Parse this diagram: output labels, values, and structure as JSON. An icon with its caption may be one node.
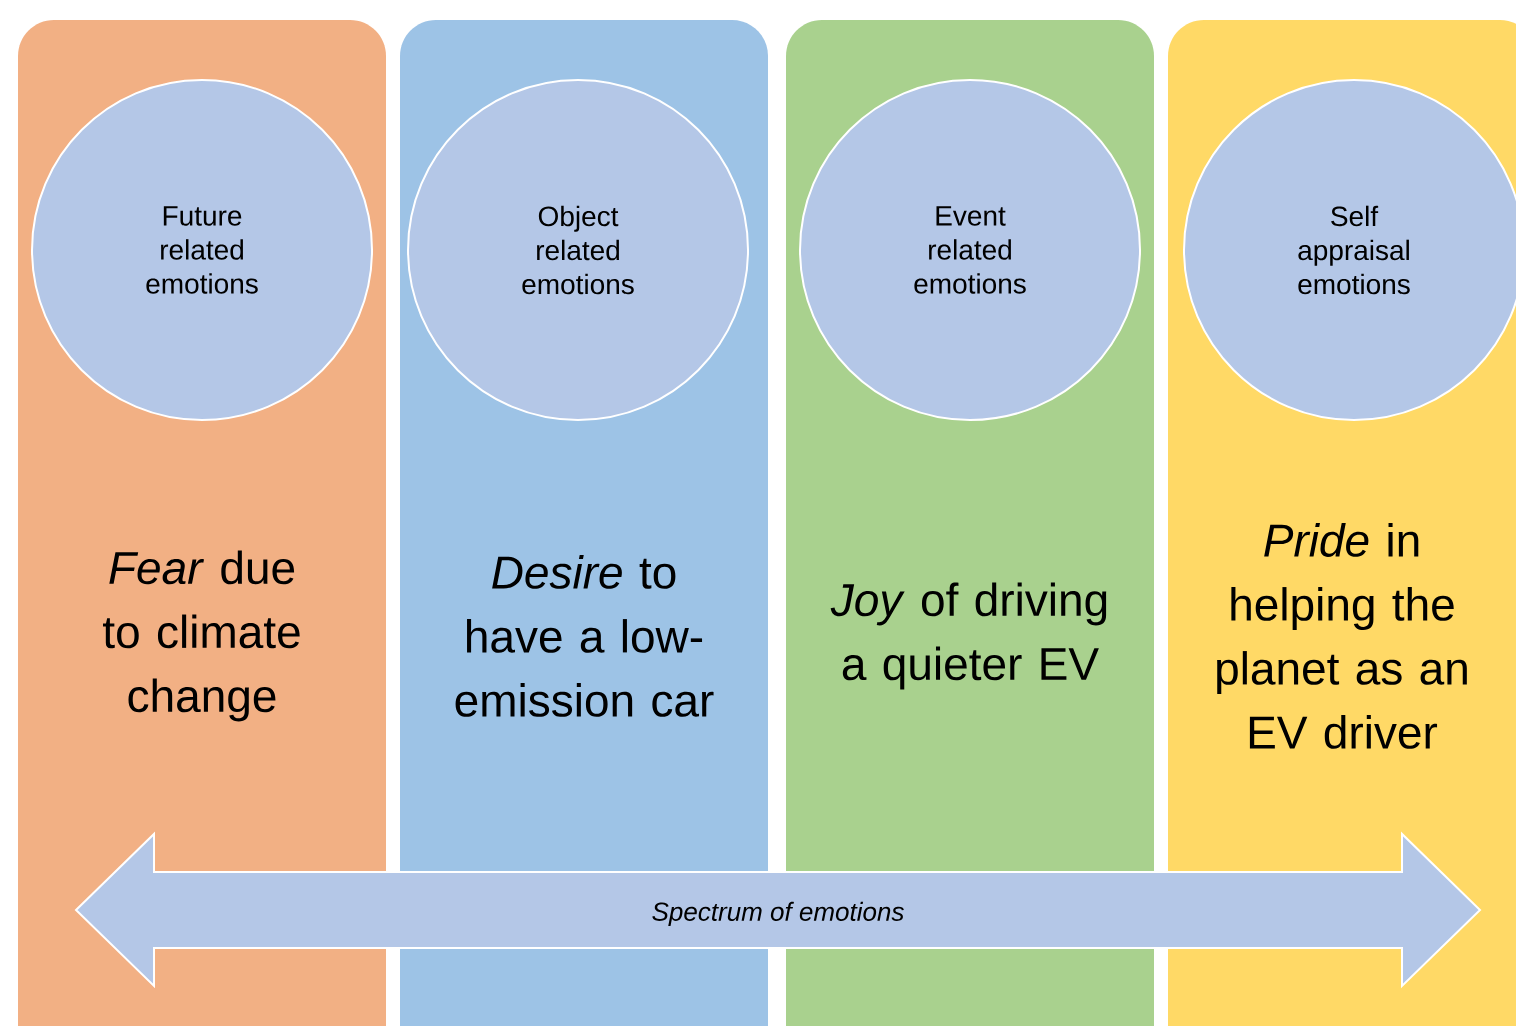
{
  "diagram": {
    "nodes": [
      {
        "text": [
          "*Fear* due to climate change"
        ]
      },
      {
        "text": [
          "Future related emotions"
        ],
        "in": 0
      },
      {
        "text": [
          "*Desire* to have a low-emission car"
        ]
      },
      {
        "text": [
          "Object related emotions"
        ],
        "in": 2
      },
      {
        "text": [
          "*Joy* of driving a quieter EV"
        ]
      },
      {
        "text": [
          "Event related emotions"
        ],
        "in": 4
      },
      {
        "text": [
          "*Pride* in helping the planet as an EV driver"
        ]
      },
      {
        "text": [
          "Self appraisal emotions"
        ],
        "in": 6
      },
      {
        "text": [
          "Spectrum of emotions"
        ]
      }
    ]
  }
}
